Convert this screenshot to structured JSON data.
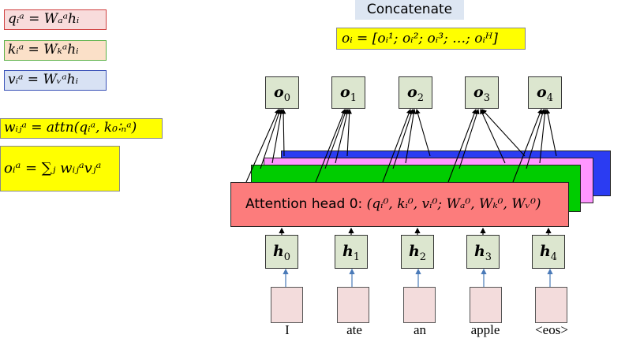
{
  "equations": {
    "q": "qᵢᵃ = Wₐᵃhᵢ",
    "k": "kᵢᵃ = Wₖᵃhᵢ",
    "v": "vᵢᵃ = Wᵥᵃhᵢ",
    "w": "wᵢⱼᵃ = attn(qᵢᵃ, k₀∶ₙᵃ)",
    "o": "oᵢᵃ = ∑ⱼ wᵢⱼᵃvⱼᵃ"
  },
  "concat": {
    "title": "Concatenate",
    "equation": "oᵢ = [oᵢ¹; oᵢ²; oᵢ³; …; oᵢᴴ]"
  },
  "outputs": [
    {
      "sym": "o",
      "sub": "0"
    },
    {
      "sym": "o",
      "sub": "1"
    },
    {
      "sym": "o",
      "sub": "2"
    },
    {
      "sym": "o",
      "sub": "3"
    },
    {
      "sym": "o",
      "sub": "4"
    }
  ],
  "head0": {
    "label": "Attention head 0: ",
    "params": "(qᵢ⁰, kᵢ⁰, vᵢ⁰; Wₐ⁰, Wₖ⁰, Wᵥ⁰)"
  },
  "hidden": [
    {
      "sym": "h",
      "sub": "0"
    },
    {
      "sym": "h",
      "sub": "1"
    },
    {
      "sym": "h",
      "sub": "2"
    },
    {
      "sym": "h",
      "sub": "3"
    },
    {
      "sym": "h",
      "sub": "4"
    }
  ],
  "words": [
    "I",
    "ate",
    "an",
    "apple",
    "<eos>"
  ],
  "colors": {
    "head0": "#fc7c7c",
    "head1": "#00cc00",
    "head2": "#ff96ff",
    "head3": "#2b3cf2",
    "highlight": "#ffff00",
    "node": "#dce6cf",
    "input": "#f3dcdc",
    "arrow_up": "#4a7ab8"
  }
}
